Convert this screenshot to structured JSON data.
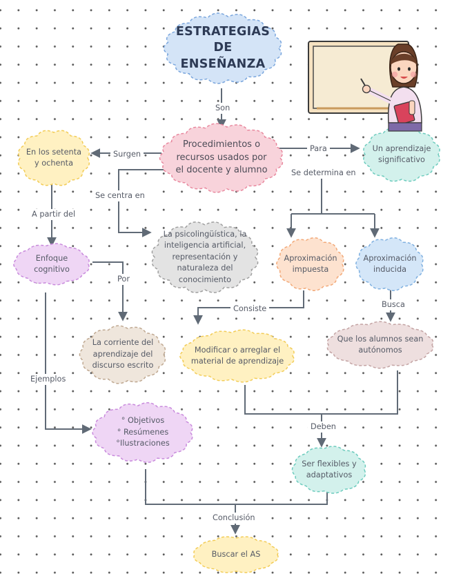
{
  "diagram": {
    "title": "ESTRATEGIAS DE\nENSEÑANZA",
    "nodes": {
      "main": "Procedimientos o\nrecursos usados por\nel docente y alumno",
      "setenta": "En los setenta\ny ochenta",
      "aprendizaje": "Un aprendizaje\nsignificativo",
      "psico": "La psicolingüística, la\ninteligencia artificial,\nrepresentación y\nnaturaleza del\nconocimiento",
      "enfoque": "Enfoque\ncognitivo",
      "impuesta": "Aproximación\nimpuesta",
      "inducida": "Aproximación\ninducida",
      "corriente": "La corriente del\naprendizaje del\ndiscurso escrito",
      "modificar": "Modificar o arreglar el\nmaterial de aprendizaje",
      "autonomos": "Que los alumnos sean\nautónomos",
      "objetivos": "° Objetivos\n° Resúmenes\n°Ilustraciones",
      "flexibles": "Ser flexibles y\nadaptativos",
      "buscar": "Buscar el AS"
    },
    "labels": {
      "son": "Son",
      "surgen": "Surgen",
      "para": "Para",
      "determina": "Se determina en",
      "centra": "Se centra en",
      "apartir": "A partir del",
      "por": "Por",
      "consiste": "Consiste",
      "busca": "Busca",
      "ejemplos": "Ejemplos",
      "deben": "Deben",
      "conclusion": "Conclusión"
    },
    "colors": {
      "title_fill": "#d4e4f7",
      "title_stroke": "#7aa6dd",
      "main_fill": "#f8d3db",
      "main_stroke": "#e8889e",
      "yellow_fill": "#fff1c2",
      "yellow_stroke": "#f2cc57",
      "teal_fill": "#d3f1ec",
      "teal_stroke": "#6ccbbd",
      "gray_fill": "#e3e3e3",
      "gray_stroke": "#9e9e9e",
      "purple_fill": "#efd6f5",
      "purple_stroke": "#c889dc",
      "orange_fill": "#fde2cf",
      "orange_stroke": "#f2a877",
      "blue_fill": "#d4e6f8",
      "blue_stroke": "#7fb0e0",
      "taupe_fill": "#eedfdf",
      "taupe_stroke": "#c3a3a3",
      "beige_fill": "#efe6dc",
      "beige_stroke": "#bfa891",
      "line": "#606a76"
    },
    "icons": [
      "teacher-illustration",
      "whiteboard-icon"
    ]
  }
}
